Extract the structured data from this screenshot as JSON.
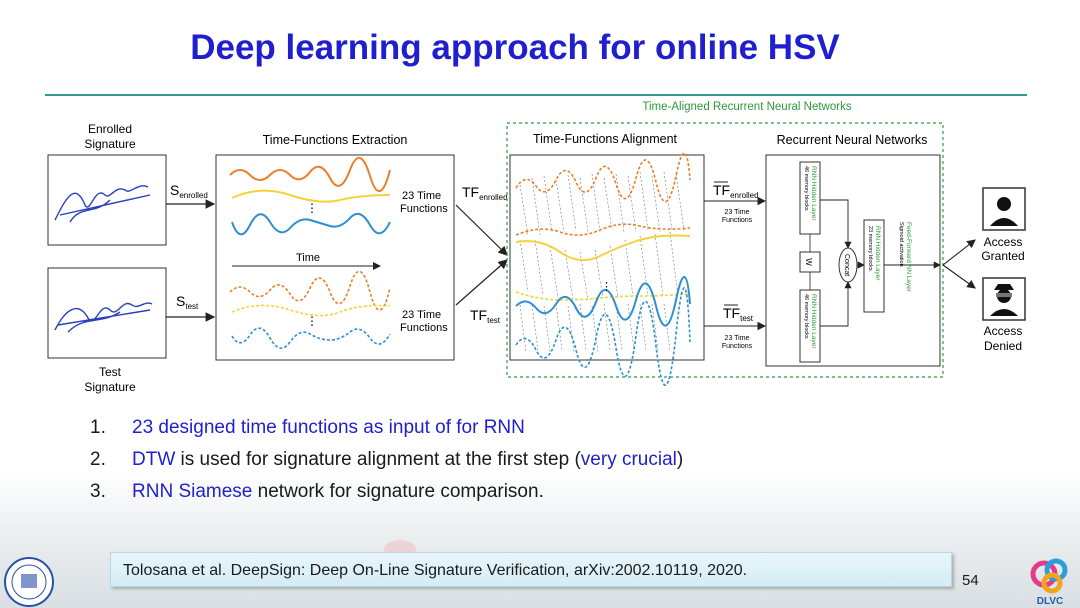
{
  "slide": {
    "title": "Deep learning approach for online HSV",
    "page_number": "54"
  },
  "diagram": {
    "enrolled_signature_label": [
      "Enrolled",
      "Signature"
    ],
    "test_signature_label": [
      "Test",
      "Signature"
    ],
    "s_enrolled": {
      "main": "S",
      "sub": "enrolled"
    },
    "s_test": {
      "main": "S",
      "sub": "test"
    },
    "time_functions_extraction_title": "Time-Functions Extraction",
    "time_axis_label": "Time",
    "time_functions_label_top": [
      "23 Time",
      "Functions"
    ],
    "time_functions_label_bottom": [
      "23 Time",
      "Functions"
    ],
    "tf_enrolled": {
      "main": "TF",
      "sub": "enrolled"
    },
    "tf_test": {
      "main": "TF",
      "sub": "test"
    },
    "tarnn_title": "Time-Aligned Recurrent Neural Networks",
    "alignment_title": "Time-Functions Alignment",
    "rnn_title": "Recurrent Neural Networks",
    "tf_bar_enrolled": {
      "main": "TF",
      "sub": "enrolled"
    },
    "tf_bar_test": {
      "main": "TF",
      "sub": "test"
    },
    "small_tf_label_top": [
      "23 Time",
      "Functions"
    ],
    "small_tf_label_bottom": [
      "23 Time",
      "Functions"
    ],
    "rnn_hidden_top": [
      "RNN Hidden Layer",
      "46 memory blocks"
    ],
    "rnn_hidden_bottom": [
      "RNN Hidden Layer",
      "46 memory blocks"
    ],
    "w_label": "W",
    "concat_label": "Concat",
    "rnn_hidden_mid": [
      "RNN Hidden Layer",
      "23 memory blocks"
    ],
    "ff_layer": [
      "Feed-Forward NN Layer",
      "Sigmoid activation"
    ],
    "access_granted": [
      "Access",
      "Granted"
    ],
    "access_denied": [
      "Access",
      "Denied"
    ]
  },
  "bullets": [
    {
      "num": "1.",
      "parts": [
        {
          "text": "23 designed time functions as input of for RNN",
          "color": "blue"
        }
      ]
    },
    {
      "num": "2.",
      "parts": [
        {
          "text": "DTW",
          "color": "blue"
        },
        {
          "text": " is used for signature alignment at the first step (",
          "color": "black"
        },
        {
          "text": "very crucial",
          "color": "blue"
        },
        {
          "text": ")",
          "color": "black"
        }
      ]
    },
    {
      "num": "3.",
      "parts": [
        {
          "text": "RNN Siamese",
          "color": "blue"
        },
        {
          "text": " network for signature comparison.",
          "color": "black"
        }
      ]
    }
  ],
  "citation": "Tolosana et al. DeepSign: Deep On-Line Signature Verification, arXiv:2002.10119, 2020.",
  "logos": {
    "left_logo": "university-seal",
    "right_logo": "DLVC"
  },
  "colors": {
    "title_blue": "#1f1fd0",
    "accent_green": "#2e9a3a",
    "rule_teal": "#2f9c99",
    "orange_curve": "#e8802a",
    "yellow_curve": "#f0d43a",
    "blue_curve": "#2f8fd0"
  }
}
